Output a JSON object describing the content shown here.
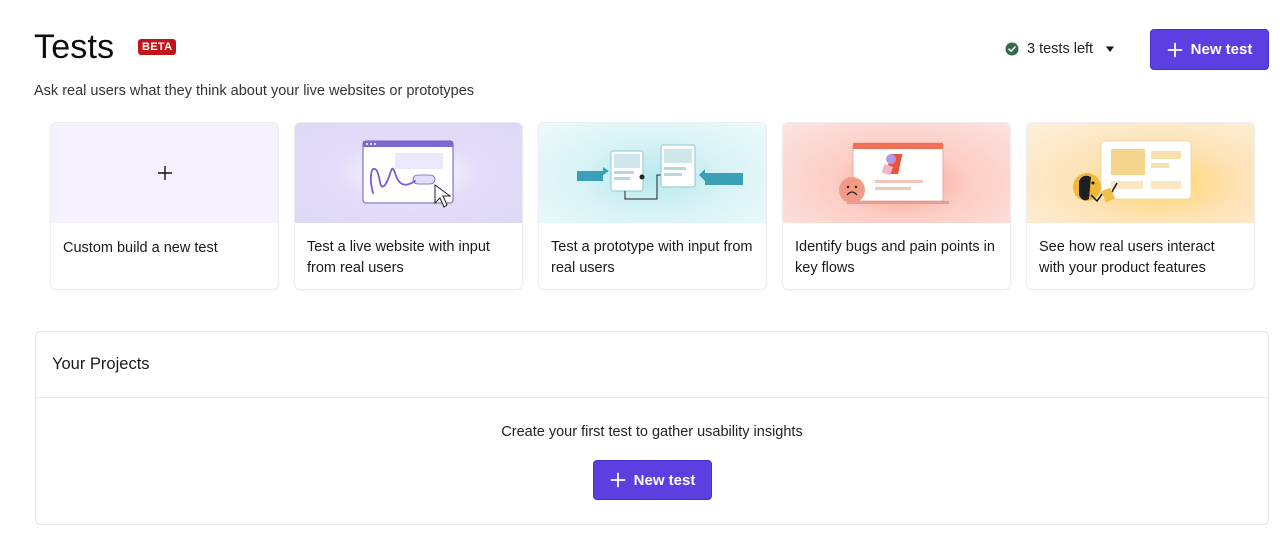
{
  "header": {
    "title": "Tests",
    "badge": "BETA",
    "subtitle": "Ask real users what they think about your live websites or prototypes",
    "tests_left": "3 tests left",
    "new_test_label": "New test"
  },
  "cards": [
    {
      "label": "Custom build a new test"
    },
    {
      "label": "Test a live website with input from real users"
    },
    {
      "label": "Test a prototype with input from real users"
    },
    {
      "label": "Identify bugs and pain points in key flows"
    },
    {
      "label": "See how real users interact with your product features"
    }
  ],
  "projects": {
    "title": "Your Projects",
    "empty_message": "Create your first test to gather usability insights",
    "new_test_label": "New test"
  },
  "colors": {
    "accent": "#5b3fe0",
    "beta_badge": "#c0161b",
    "status_ok": "#2f6b47"
  },
  "icons": {
    "status": "check-circle-icon",
    "dropdown": "caret-down-icon",
    "add": "plus-icon"
  }
}
